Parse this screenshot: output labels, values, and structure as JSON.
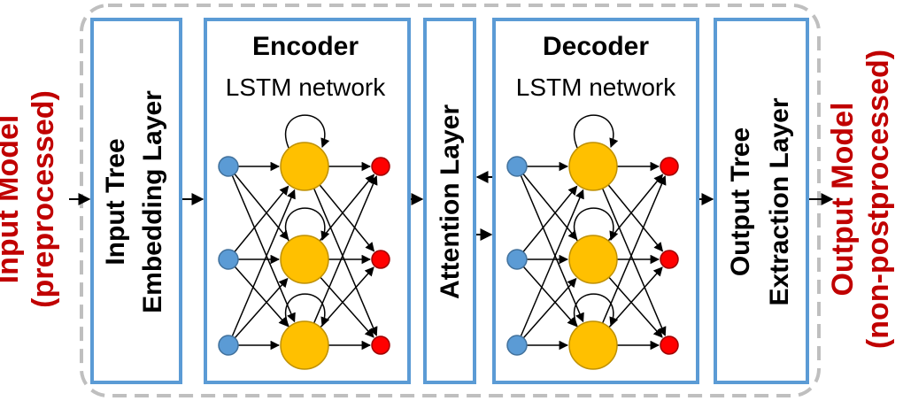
{
  "input_model": {
    "line1": "Input Model",
    "line2": "(preprocessed)"
  },
  "output_model": {
    "line1": "Output Model",
    "line2": "(non-postprocessed)"
  },
  "embedding_layer": {
    "line1": "Input Tree",
    "line2": "Embedding Layer"
  },
  "encoder": {
    "title": "Encoder",
    "subtitle": "LSTM network"
  },
  "attention_layer": {
    "label": "Attention Layer"
  },
  "decoder": {
    "title": "Decoder",
    "subtitle": "LSTM network"
  },
  "extraction_layer": {
    "line1": "Output Tree",
    "line2": "Extraction Layer"
  },
  "colors": {
    "box_border": "#5b9bd5",
    "model_text": "#c00000",
    "input_node": "#5b9bd5",
    "hidden_node": "#ffc000",
    "output_node": "#ff0000",
    "dashed_frame": "#bfbfbf"
  }
}
